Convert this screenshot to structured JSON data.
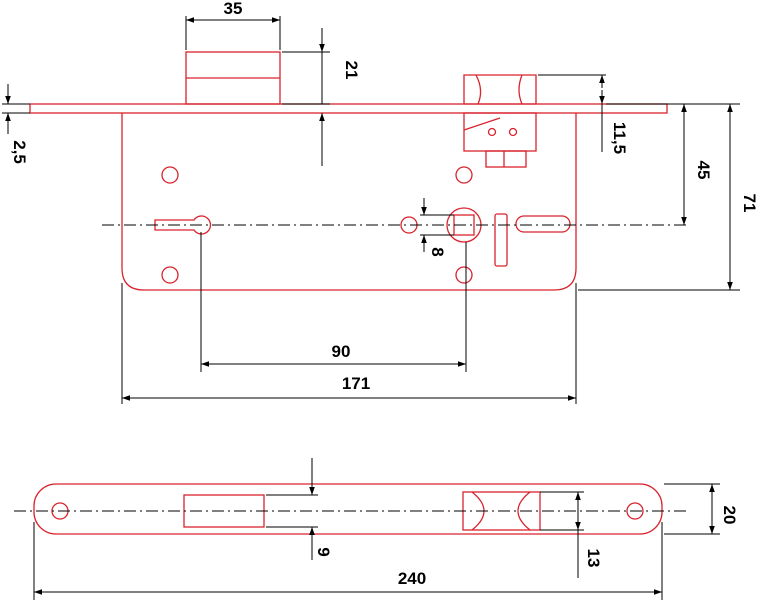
{
  "dimensions": {
    "deadbolt_width": "35",
    "deadbolt_projection": "21",
    "faceplate_thickness": "2,5",
    "latch_offset": "11,5",
    "backset_axis": "45",
    "total_depth": "71",
    "spindle_square": "8",
    "center_distance": "90",
    "body_length": "171",
    "faceplate_width": "20",
    "faceplate_length": "240",
    "bolt_offset": "9",
    "latch_height": "13"
  },
  "colors": {
    "part_outline": "#d9232d",
    "dimension_lines": "#000000"
  }
}
